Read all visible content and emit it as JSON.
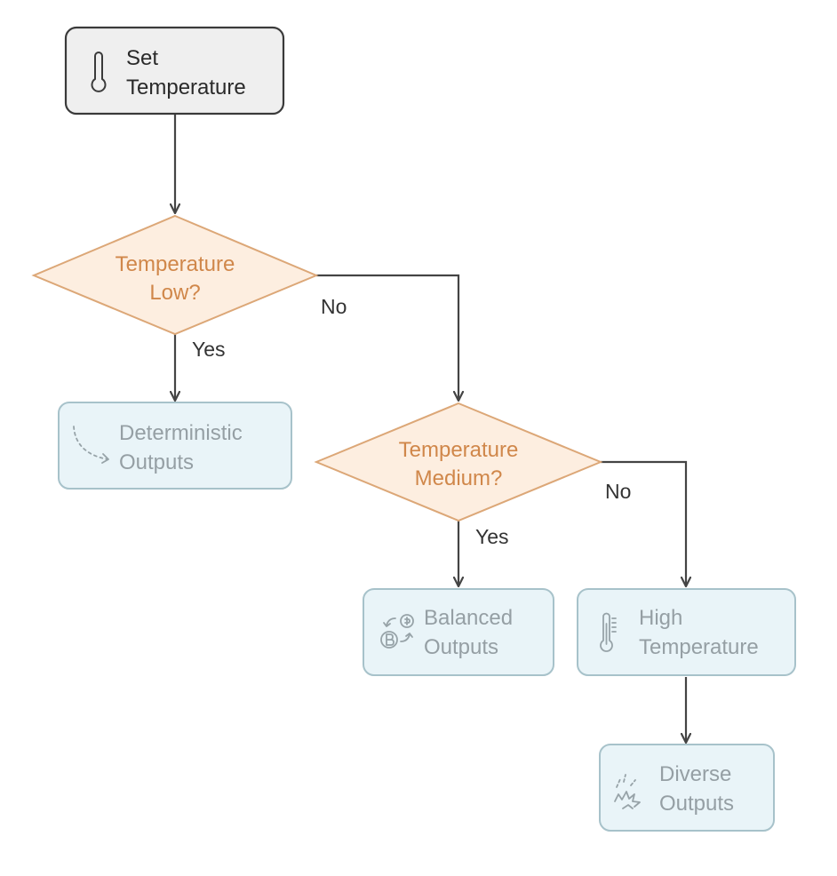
{
  "nodes": {
    "start": {
      "line1": "Set",
      "line2": "Temperature",
      "icon": "thermometer-icon"
    },
    "decision_low": {
      "line1": "Temperature",
      "line2": "Low?"
    },
    "deterministic": {
      "line1": "Deterministic",
      "line2": "Outputs",
      "icon": "curved-arrow-icon"
    },
    "decision_medium": {
      "line1": "Temperature",
      "line2": "Medium?"
    },
    "balanced": {
      "line1": "Balanced",
      "line2": "Outputs",
      "icon": "coin-exchange-icon"
    },
    "high": {
      "line1": "High",
      "line2": "Temperature",
      "icon": "thermometer-high-icon"
    },
    "diverse": {
      "line1": "Diverse",
      "line2": "Outputs",
      "icon": "burst-icon"
    }
  },
  "edge_labels": {
    "low_yes": "Yes",
    "low_no": "No",
    "medium_yes": "Yes",
    "medium_no": "No"
  },
  "colors": {
    "start_fill": "#efefef",
    "start_stroke": "#3a3a3a",
    "start_text": "#2a2a2a",
    "decision_fill": "#fdeee0",
    "decision_stroke": "#dca777",
    "decision_text": "#d0874a",
    "output_fill": "#e9f4f8",
    "output_stroke": "#a7c2ca",
    "output_text": "#959fa4",
    "edge": "#444444"
  }
}
